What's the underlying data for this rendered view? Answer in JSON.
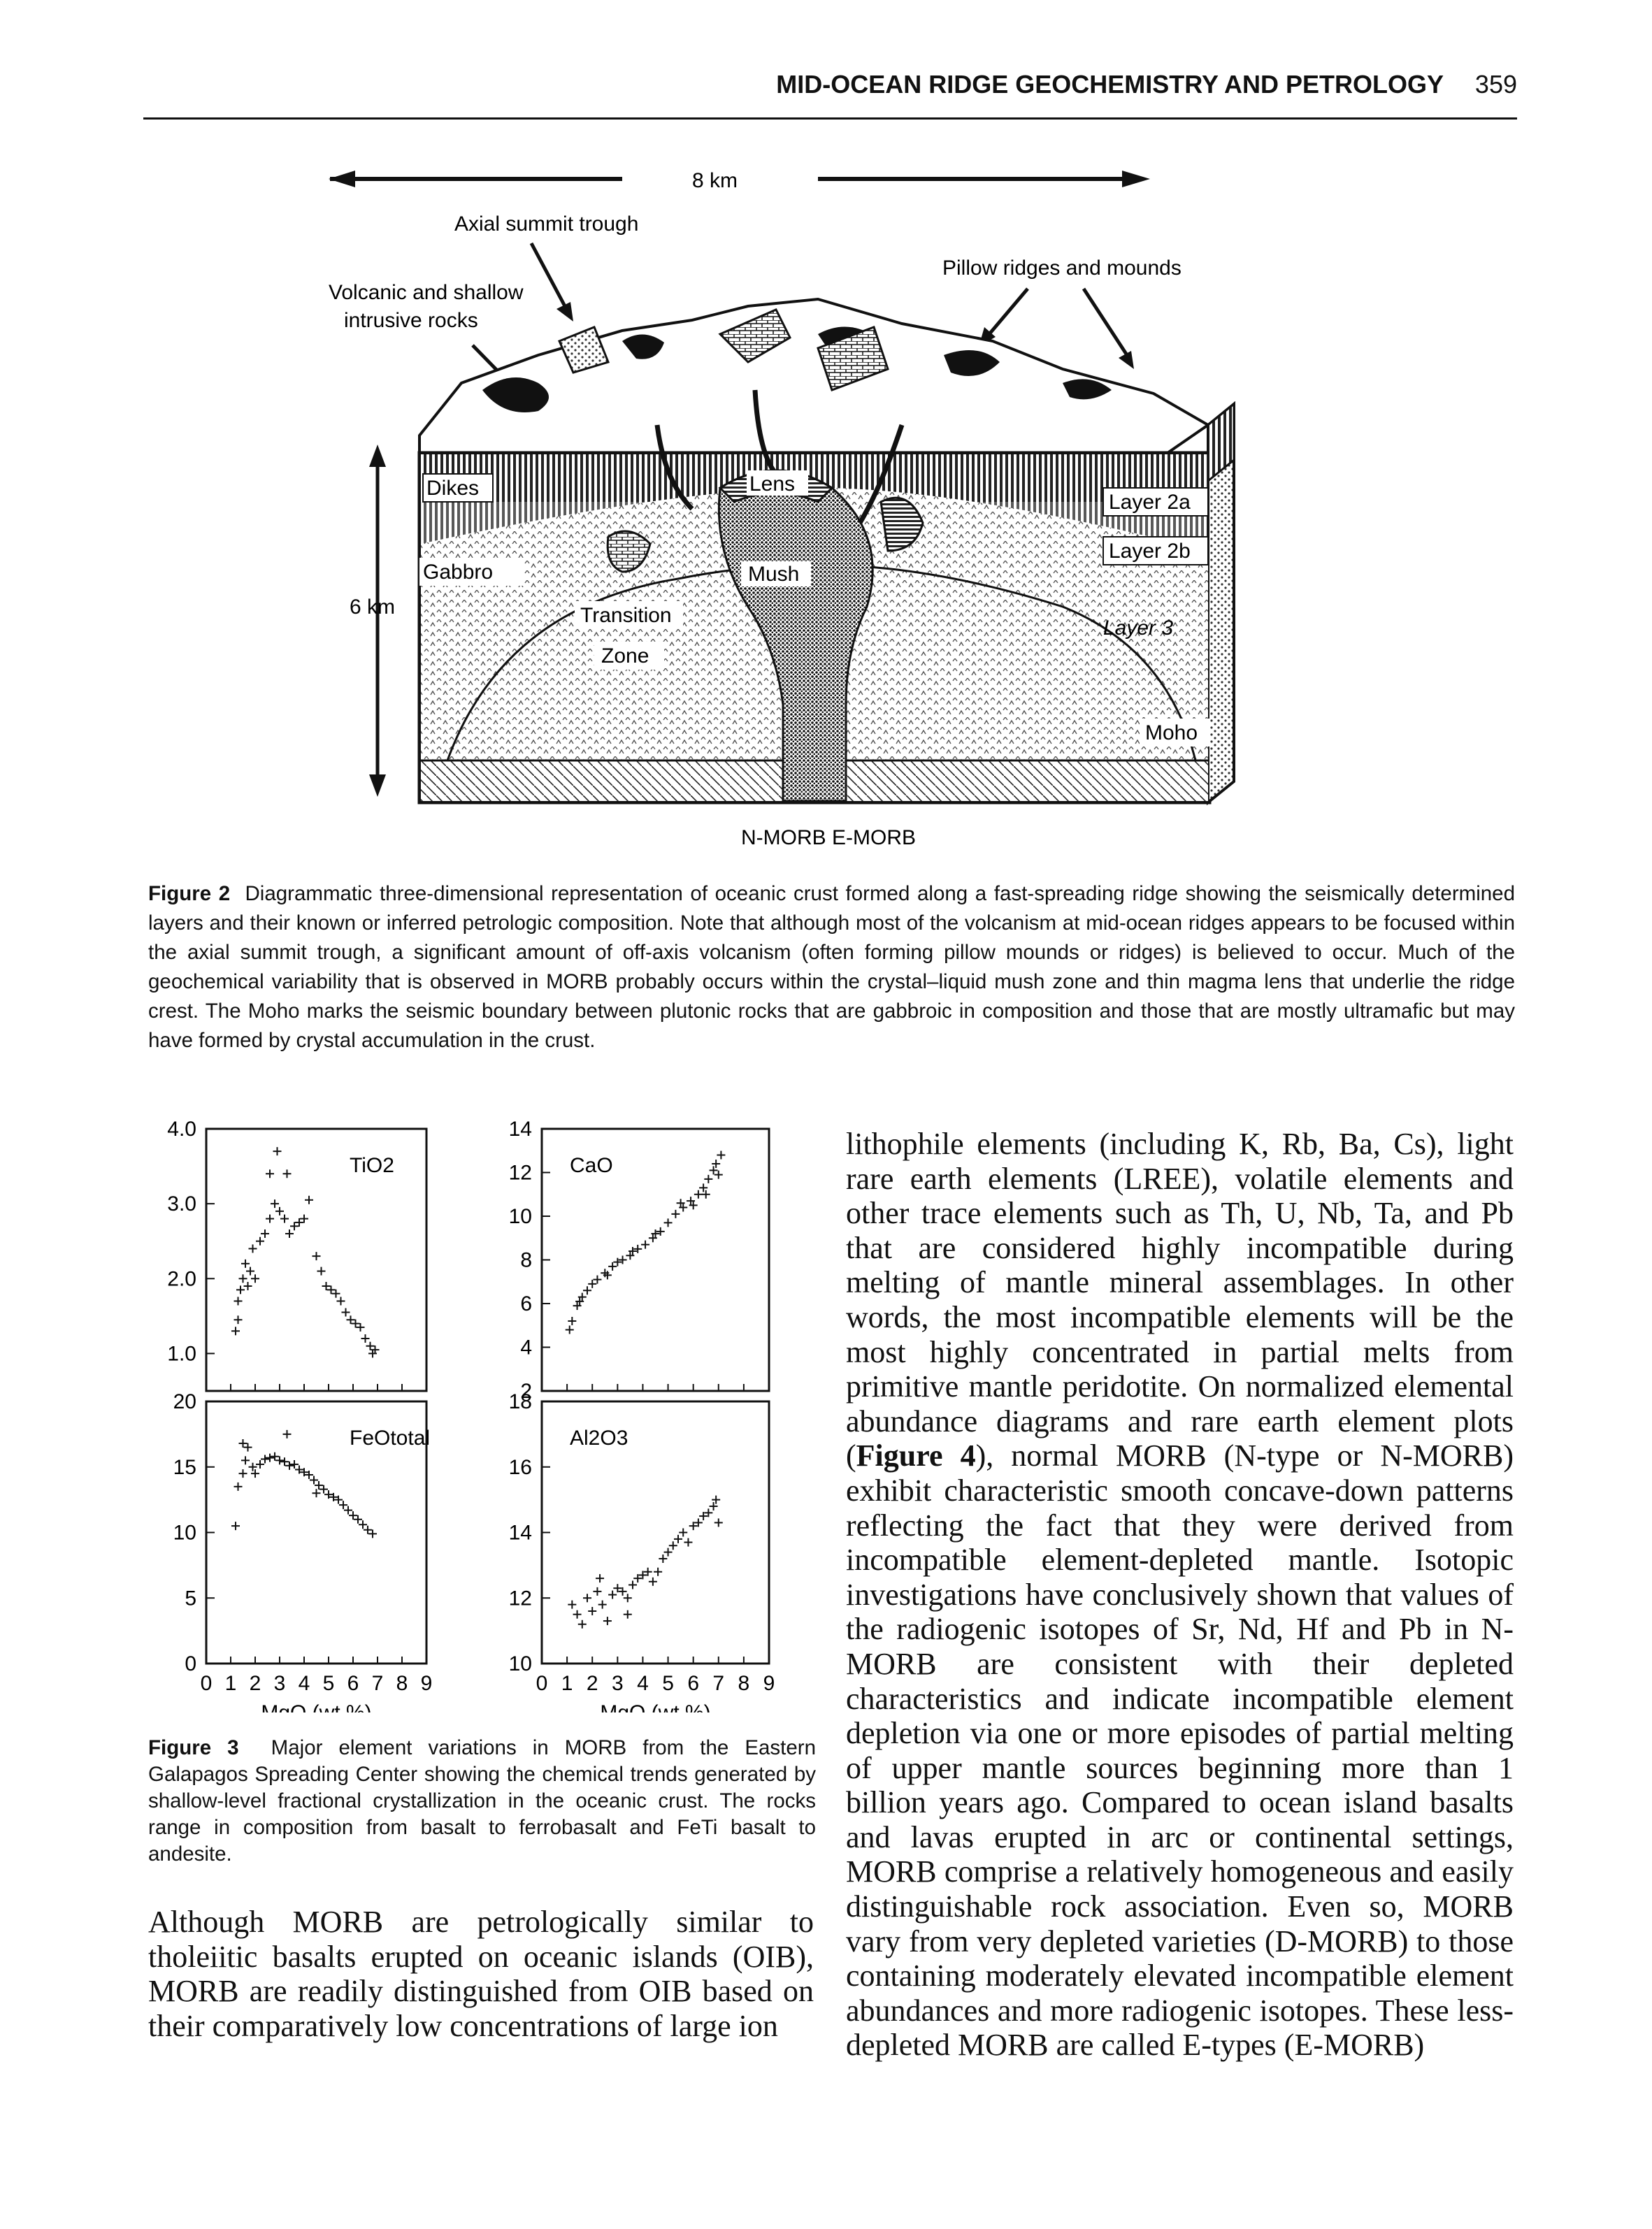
{
  "header": {
    "running_title": "MID-OCEAN RIDGE GEOCHEMISTRY AND PETROLOGY",
    "page_number": "359"
  },
  "figure2": {
    "labels": {
      "scale": "8 km",
      "axial_trough": "Axial summit trough",
      "volcanic_1": "Volcanic and shallow",
      "volcanic_2": "intrusive rocks",
      "pillow": "Pillow ridges and mounds",
      "depth": "6 km",
      "dikes": "Dikes",
      "gabbro": "Gabbro",
      "lens": "Lens",
      "mush": "Mush",
      "transition": "Transition",
      "zone": "Zone",
      "layer2a": "Layer 2a",
      "layer2b": "Layer 2b",
      "layer3": "Layer 3",
      "moho": "Moho",
      "morb": "N-MORB  E-MORB"
    },
    "caption_label": "Figure 2",
    "caption_text": "Diagrammatic three-dimensional representation of oceanic crust formed along a fast-spreading ridge showing the seismically determined layers and their known or inferred petrologic composition. Note that although most of the volcanism at mid-ocean ridges appears to be focused within the axial summit trough, a significant amount of off-axis volcanism (often forming pillow mounds or ridges) is believed to occur. Much of the geochemical variability that is observed in MORB probably occurs within the crystal–liquid mush zone and thin magma lens that underlie the ridge crest. The Moho marks the seismic boundary between plutonic rocks that are gabbroic in composition and those that are mostly ultramafic but may have formed by crystal accumulation in the crust."
  },
  "chart_data": [
    {
      "type": "scatter",
      "panel": "TiO2",
      "label": "TiO2",
      "xlabel": "",
      "xlim": [
        0,
        9
      ],
      "ylim": [
        0.5,
        4.0
      ],
      "yticks": [
        "1.0",
        "2.0",
        "3.0",
        "4.0"
      ],
      "points": [
        [
          1.3,
          1.7
        ],
        [
          1.4,
          1.85
        ],
        [
          1.5,
          2.0
        ],
        [
          1.6,
          2.2
        ],
        [
          1.7,
          1.9
        ],
        [
          1.8,
          2.1
        ],
        [
          1.9,
          2.4
        ],
        [
          2.0,
          2.0
        ],
        [
          2.2,
          2.5
        ],
        [
          2.4,
          2.6
        ],
        [
          2.6,
          2.8
        ],
        [
          2.8,
          3.0
        ],
        [
          3.0,
          2.9
        ],
        [
          3.2,
          2.8
        ],
        [
          3.4,
          2.6
        ],
        [
          3.6,
          2.7
        ],
        [
          3.8,
          2.75
        ],
        [
          4.0,
          2.8
        ],
        [
          4.2,
          3.05
        ],
        [
          2.9,
          3.7
        ],
        [
          2.6,
          3.4
        ],
        [
          3.3,
          3.4
        ],
        [
          4.5,
          2.3
        ],
        [
          4.7,
          2.1
        ],
        [
          4.9,
          1.9
        ],
        [
          5.1,
          1.85
        ],
        [
          5.3,
          1.8
        ],
        [
          5.5,
          1.7
        ],
        [
          5.7,
          1.55
        ],
        [
          5.9,
          1.45
        ],
        [
          6.1,
          1.4
        ],
        [
          6.3,
          1.35
        ],
        [
          6.5,
          1.2
        ],
        [
          6.7,
          1.1
        ],
        [
          6.8,
          1.0
        ],
        [
          6.9,
          1.05
        ],
        [
          1.2,
          1.3
        ],
        [
          1.3,
          1.45
        ]
      ]
    },
    {
      "type": "scatter",
      "panel": "CaO",
      "label": "CaO",
      "xlabel": "",
      "xlim": [
        0,
        9
      ],
      "ylim": [
        2,
        14
      ],
      "yticks": [
        "2",
        "4",
        "6",
        "8",
        "10",
        "12",
        "14"
      ],
      "points": [
        [
          1.2,
          5.2
        ],
        [
          1.4,
          5.9
        ],
        [
          1.6,
          6.3
        ],
        [
          1.8,
          6.6
        ],
        [
          2.0,
          6.9
        ],
        [
          2.2,
          7.1
        ],
        [
          2.5,
          7.4
        ],
        [
          2.8,
          7.7
        ],
        [
          3.0,
          7.9
        ],
        [
          3.2,
          8.0
        ],
        [
          3.5,
          8.2
        ],
        [
          3.8,
          8.5
        ],
        [
          4.1,
          8.7
        ],
        [
          4.4,
          9.0
        ],
        [
          4.7,
          9.3
        ],
        [
          5.0,
          9.7
        ],
        [
          5.3,
          10.1
        ],
        [
          5.6,
          10.4
        ],
        [
          5.9,
          10.7
        ],
        [
          6.2,
          11.0
        ],
        [
          6.4,
          11.3
        ],
        [
          6.6,
          11.7
        ],
        [
          6.8,
          12.1
        ],
        [
          6.9,
          12.4
        ],
        [
          7.0,
          11.9
        ],
        [
          6.5,
          11.0
        ],
        [
          6.0,
          10.5
        ],
        [
          5.5,
          10.6
        ],
        [
          4.5,
          9.2
        ],
        [
          3.6,
          8.4
        ],
        [
          2.6,
          7.3
        ],
        [
          1.5,
          6.1
        ],
        [
          1.1,
          4.8
        ],
        [
          7.1,
          12.8
        ]
      ]
    },
    {
      "type": "scatter",
      "panel": "FeOtotal",
      "label": "FeOtotal",
      "xlabel": "MgO (wt %)",
      "xlim": [
        0,
        9
      ],
      "ylim": [
        0,
        20
      ],
      "xticks": [
        "0",
        "1",
        "2",
        "3",
        "4",
        "5",
        "6",
        "7",
        "8",
        "9"
      ],
      "yticks": [
        "0",
        "5",
        "10",
        "15",
        "20"
      ],
      "points": [
        [
          1.2,
          10.5
        ],
        [
          1.3,
          13.5
        ],
        [
          1.5,
          14.5
        ],
        [
          1.6,
          15.5
        ],
        [
          1.7,
          16.5
        ],
        [
          1.9,
          15.0
        ],
        [
          2.0,
          14.5
        ],
        [
          2.2,
          15.2
        ],
        [
          2.4,
          15.6
        ],
        [
          2.6,
          15.7
        ],
        [
          2.8,
          15.8
        ],
        [
          3.0,
          15.5
        ],
        [
          3.2,
          15.4
        ],
        [
          3.4,
          15.1
        ],
        [
          3.6,
          15.2
        ],
        [
          3.8,
          14.8
        ],
        [
          4.0,
          14.6
        ],
        [
          4.2,
          14.4
        ],
        [
          4.4,
          14.0
        ],
        [
          4.6,
          13.6
        ],
        [
          4.8,
          13.3
        ],
        [
          5.0,
          12.9
        ],
        [
          5.2,
          12.7
        ],
        [
          5.4,
          12.5
        ],
        [
          5.6,
          12.1
        ],
        [
          5.8,
          11.7
        ],
        [
          6.0,
          11.3
        ],
        [
          6.2,
          11.0
        ],
        [
          6.4,
          10.6
        ],
        [
          6.6,
          10.2
        ],
        [
          6.8,
          9.9
        ],
        [
          4.5,
          13.0
        ],
        [
          1.5,
          16.8
        ],
        [
          3.3,
          17.5
        ]
      ]
    },
    {
      "type": "scatter",
      "panel": "Al2O3",
      "label": "Al2O3",
      "xlabel": "MgO (wt %)",
      "xlim": [
        0,
        9
      ],
      "ylim": [
        10,
        18
      ],
      "xticks": [
        "0",
        "1",
        "2",
        "3",
        "4",
        "5",
        "6",
        "7",
        "8",
        "9"
      ],
      "yticks": [
        "10",
        "12",
        "14",
        "16",
        "18"
      ],
      "points": [
        [
          1.2,
          11.8
        ],
        [
          1.4,
          11.5
        ],
        [
          1.6,
          11.2
        ],
        [
          1.8,
          12.0
        ],
        [
          2.0,
          11.6
        ],
        [
          2.2,
          12.2
        ],
        [
          2.4,
          11.8
        ],
        [
          2.6,
          11.3
        ],
        [
          2.8,
          12.1
        ],
        [
          3.0,
          12.3
        ],
        [
          3.2,
          12.2
        ],
        [
          3.4,
          12.0
        ],
        [
          3.6,
          12.4
        ],
        [
          3.8,
          12.6
        ],
        [
          4.0,
          12.7
        ],
        [
          4.2,
          12.8
        ],
        [
          4.4,
          12.5
        ],
        [
          4.8,
          13.2
        ],
        [
          5.0,
          13.4
        ],
        [
          5.2,
          13.6
        ],
        [
          5.4,
          13.8
        ],
        [
          5.6,
          14.0
        ],
        [
          5.8,
          13.7
        ],
        [
          6.0,
          14.2
        ],
        [
          6.2,
          14.3
        ],
        [
          6.4,
          14.5
        ],
        [
          6.6,
          14.6
        ],
        [
          6.8,
          14.8
        ],
        [
          7.0,
          14.3
        ],
        [
          6.9,
          15.0
        ],
        [
          3.4,
          11.5
        ],
        [
          2.3,
          12.6
        ],
        [
          4.6,
          12.8
        ]
      ]
    }
  ],
  "figure3": {
    "caption_label": "Figure 3",
    "caption_text": "Major element variations in MORB from the Eastern Galapagos Spreading Center showing the chemical trends generated by shallow-level fractional crystallization in the oceanic crust. The rocks range in composition from basalt to ferrobasalt and FeTi basalt to andesite."
  },
  "body": {
    "left_paragraph": "Although MORB are petrologically similar to tholeiitic basalts erupted on oceanic islands (OIB), MORB are readily distinguished from OIB based on their comparatively low concentrations of large ion",
    "right_before": "lithophile elements (including K, Rb, Ba, Cs), light rare earth elements (LREE), volatile elements and other trace elements such as Th, U, Nb, Ta, and Pb that are considered highly incompatible during melting of mantle mineral assemblages. In other words, the most incompatible elements will be the most highly concentrated in partial melts from primitive mantle peridotite. On normalized elemental abundance diagrams and rare earth element plots (",
    "right_ref": "Figure 4",
    "right_after": "), normal MORB (N-type or N-MORB) exhibit characteristic smooth concave-down patterns reflecting the fact that they were derived from incompatible element-depleted mantle. Isotopic investigations have conclusively shown that values of the radiogenic isotopes of Sr, Nd, Hf and Pb in N-MORB are consistent with their depleted characteristics and indicate incompatible element depletion via one or more episodes of partial melting of upper mantle sources beginning more than 1 billion years ago. Compared to ocean island basalts and lavas erupted in arc or continental settings, MORB comprise a relatively homogeneous and easily distinguishable rock association. Even so, MORB vary from very depleted varieties (D-MORB) to those containing moderately elevated incompatible element abundances and more radiogenic isotopes. These less-depleted MORB are called E-types (E-MORB)"
  }
}
